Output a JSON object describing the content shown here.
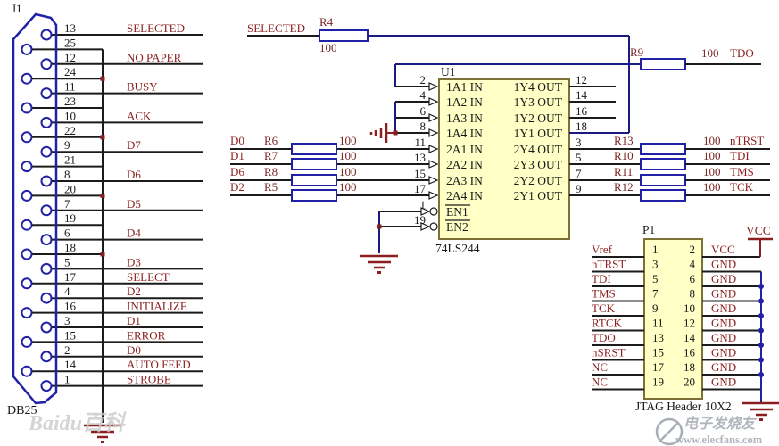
{
  "colors": {
    "wire": "#1b1b1b",
    "navy": "#2121a8",
    "route": "#1a1a80",
    "maroon": "#8b1f1f",
    "ref": "#7a2626",
    "text": "#1a1a1a",
    "chip_fill": "#ffffc6",
    "chip_border": "#7d7136",
    "watermark": "#a8aeb6",
    "watermark_light": "#c9c9c9"
  },
  "j1": {
    "designator": "J1",
    "package": "DB25",
    "rows": [
      {
        "pin": "13",
        "label": "SELECTED"
      },
      {
        "pin": "25",
        "label": ""
      },
      {
        "pin": "12",
        "label": "NO PAPER"
      },
      {
        "pin": "24",
        "label": ""
      },
      {
        "pin": "11",
        "label": "BUSY"
      },
      {
        "pin": "23",
        "label": ""
      },
      {
        "pin": "10",
        "label": "ACK"
      },
      {
        "pin": "22",
        "label": ""
      },
      {
        "pin": "9",
        "label": "D7"
      },
      {
        "pin": "21",
        "label": ""
      },
      {
        "pin": "8",
        "label": "D6"
      },
      {
        "pin": "20",
        "label": ""
      },
      {
        "pin": "7",
        "label": "D5"
      },
      {
        "pin": "19",
        "label": ""
      },
      {
        "pin": "6",
        "label": "D4"
      },
      {
        "pin": "18",
        "label": ""
      },
      {
        "pin": "5",
        "label": "D3"
      },
      {
        "pin": "17",
        "label": "SELECT"
      },
      {
        "pin": "4",
        "label": "D2"
      },
      {
        "pin": "16",
        "label": "INITIALIZE"
      },
      {
        "pin": "3",
        "label": "D1"
      },
      {
        "pin": "15",
        "label": "ERROR"
      },
      {
        "pin": "2",
        "label": "D0"
      },
      {
        "pin": "14",
        "label": "AUTO FEED"
      },
      {
        "pin": "1",
        "label": "STROBE"
      }
    ]
  },
  "r4": {
    "net": "SELECTED",
    "ref": "R4",
    "value": "100"
  },
  "r9": {
    "ref": "R9",
    "value": "100",
    "net": "TDO"
  },
  "u1": {
    "ref": "U1",
    "part": "74LS244",
    "inputs": [
      {
        "pin": "2",
        "name": "1A1 IN"
      },
      {
        "pin": "4",
        "name": "1A2 IN"
      },
      {
        "pin": "6",
        "name": "1A3 IN"
      },
      {
        "pin": "8",
        "name": "1A4 IN"
      },
      {
        "pin": "11",
        "name": "2A1 IN"
      },
      {
        "pin": "13",
        "name": "2A2 IN"
      },
      {
        "pin": "15",
        "name": "2A3 IN"
      },
      {
        "pin": "17",
        "name": "2A4 IN"
      }
    ],
    "enables": [
      {
        "pin": "1",
        "name": "EN1"
      },
      {
        "pin": "19",
        "name": "EN2"
      }
    ],
    "outputs": [
      {
        "pin": "12",
        "name": "1Y4 OUT"
      },
      {
        "pin": "14",
        "name": "1Y3 OUT"
      },
      {
        "pin": "16",
        "name": "1Y2 OUT"
      },
      {
        "pin": "18",
        "name": "1Y1 OUT"
      },
      {
        "pin": "3",
        "name": "2Y4 OUT"
      },
      {
        "pin": "5",
        "name": "2Y3 OUT"
      },
      {
        "pin": "7",
        "name": "2Y2 OUT"
      },
      {
        "pin": "9",
        "name": "2Y1 OUT"
      }
    ]
  },
  "input_resistors": [
    {
      "net": "D0",
      "ref": "R6",
      "value": "100"
    },
    {
      "net": "D1",
      "ref": "R7",
      "value": "100"
    },
    {
      "net": "D6",
      "ref": "R8",
      "value": "100"
    },
    {
      "net": "D2",
      "ref": "R5",
      "value": "100"
    }
  ],
  "output_resistors": [
    {
      "ref": "R13",
      "value": "100",
      "net": "nTRST"
    },
    {
      "ref": "R10",
      "value": "100",
      "net": "TDI"
    },
    {
      "ref": "R11",
      "value": "100",
      "net": "TMS"
    },
    {
      "ref": "R12",
      "value": "100",
      "net": "TCK"
    }
  ],
  "p1": {
    "ref": "P1",
    "caption": "JTAG Header 10X2",
    "power_label": "VCC",
    "rows": [
      {
        "left_label": "Vref",
        "left_pin": "1",
        "right_pin": "2",
        "right_label": "VCC"
      },
      {
        "left_label": "nTRST",
        "left_pin": "3",
        "right_pin": "4",
        "right_label": "GND"
      },
      {
        "left_label": "TDI",
        "left_pin": "5",
        "right_pin": "6",
        "right_label": "GND"
      },
      {
        "left_label": "TMS",
        "left_pin": "7",
        "right_pin": "8",
        "right_label": "GND"
      },
      {
        "left_label": "TCK",
        "left_pin": "9",
        "right_pin": "10",
        "right_label": "GND"
      },
      {
        "left_label": "RTCK",
        "left_pin": "11",
        "right_pin": "12",
        "right_label": "GND"
      },
      {
        "left_label": "TDO",
        "left_pin": "13",
        "right_pin": "14",
        "right_label": "GND"
      },
      {
        "left_label": "nSRST",
        "left_pin": "15",
        "right_pin": "16",
        "right_label": "GND"
      },
      {
        "left_label": "NC",
        "left_pin": "17",
        "right_pin": "18",
        "right_label": "GND"
      },
      {
        "left_label": "NC",
        "left_pin": "19",
        "right_pin": "20",
        "right_label": "GND"
      }
    ]
  },
  "watermarks": {
    "baidu": "Baidu百科",
    "site_name": "电子发烧友",
    "site_url": "www.elecfans.com"
  }
}
